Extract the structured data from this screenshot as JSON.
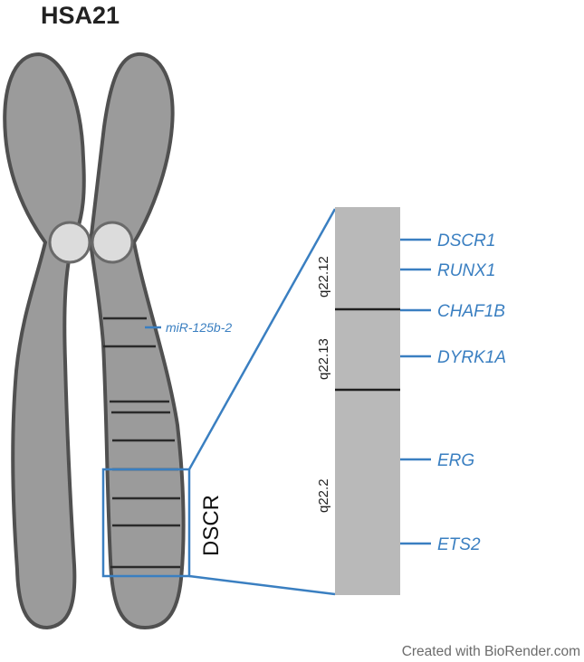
{
  "title": "HSA21",
  "watermark": "Created with BioRender.com",
  "colors": {
    "accent": "#3a7fc1",
    "chromosome_fill": "#9b9b9b",
    "chromosome_outline": "#505050",
    "zoom_fill": "#b9b9b9",
    "band_lines": "#2a2a2a",
    "centromere": "#dcdcdc"
  },
  "chromosome": {
    "microrna_label": "miR-125b-2",
    "region_label": "DSCR"
  },
  "zoom": {
    "bands": [
      "q22.12",
      "q22.13",
      "q22.2"
    ],
    "genes": [
      "DSCR1",
      "RUNX1",
      "CHAF1B",
      "DYRK1A",
      "ERG",
      "ETS2"
    ]
  }
}
